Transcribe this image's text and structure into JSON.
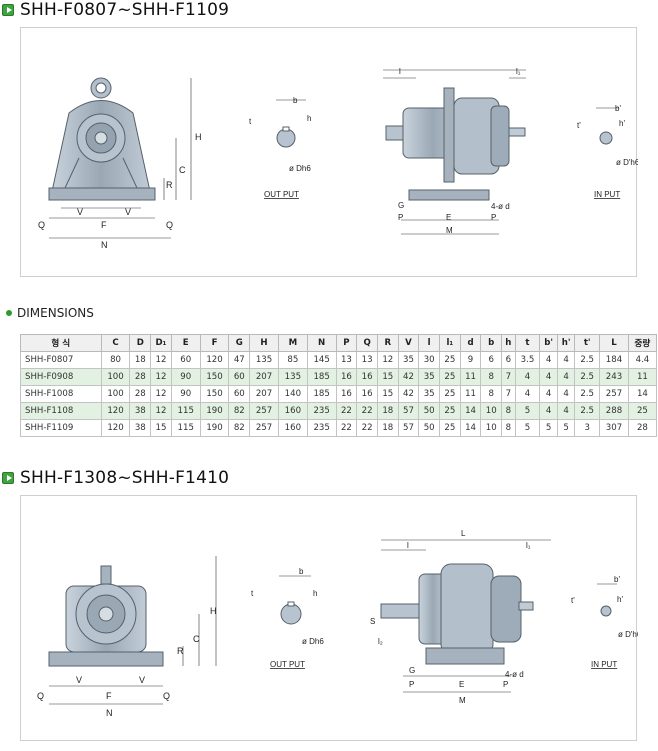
{
  "section1": {
    "title": "SHH-F0807~SHH-F1109"
  },
  "section2": {
    "title": "SHH-F1308~SHH-F1410"
  },
  "dimensions": {
    "title": "DIMENSIONS"
  },
  "drawing_labels": {
    "front": {
      "H": "H",
      "C": "C",
      "R": "R",
      "Q": "Q",
      "F": "F",
      "V": "V",
      "N": "N"
    },
    "shaft_out": {
      "b": "b",
      "t": "t",
      "h": "h",
      "dh": "ø Dh6",
      "caption": "OUT PUT"
    },
    "side": {
      "l": "l",
      "l1": "l₁",
      "L": "L",
      "G": "G",
      "P": "P",
      "E": "E",
      "M": "M",
      "bolt": "4-ø d",
      "S": "S",
      "l2": "l₂"
    },
    "shaft_in": {
      "b": "b'",
      "t": "t'",
      "h": "h'",
      "dh": "ø D'h6",
      "caption": "IN PUT"
    }
  },
  "table": {
    "headers": [
      "형 식",
      "C",
      "D",
      "D₁",
      "E",
      "F",
      "G",
      "H",
      "M",
      "N",
      "P",
      "Q",
      "R",
      "V",
      "l",
      "l₁",
      "d",
      "b",
      "h",
      "t",
      "b'",
      "h'",
      "t'",
      "L",
      "중량"
    ],
    "rows": [
      [
        "SHH-F0807",
        "80",
        "18",
        "12",
        "60",
        "120",
        "47",
        "135",
        "85",
        "145",
        "13",
        "13",
        "12",
        "35",
        "30",
        "25",
        "9",
        "6",
        "6",
        "3.5",
        "4",
        "4",
        "2.5",
        "184",
        "4.4"
      ],
      [
        "SHH-F0908",
        "100",
        "28",
        "12",
        "90",
        "150",
        "60",
        "207",
        "135",
        "185",
        "16",
        "16",
        "15",
        "42",
        "35",
        "25",
        "11",
        "8",
        "7",
        "4",
        "4",
        "4",
        "2.5",
        "243",
        "11"
      ],
      [
        "SHH-F1008",
        "100",
        "28",
        "12",
        "90",
        "150",
        "60",
        "207",
        "140",
        "185",
        "16",
        "16",
        "15",
        "42",
        "35",
        "25",
        "11",
        "8",
        "7",
        "4",
        "4",
        "4",
        "2.5",
        "257",
        "14"
      ],
      [
        "SHH-F1108",
        "120",
        "38",
        "12",
        "115",
        "190",
        "82",
        "257",
        "160",
        "235",
        "22",
        "22",
        "18",
        "57",
        "50",
        "25",
        "14",
        "10",
        "8",
        "5",
        "4",
        "4",
        "2.5",
        "288",
        "25"
      ],
      [
        "SHH-F1109",
        "120",
        "38",
        "15",
        "115",
        "190",
        "82",
        "257",
        "160",
        "235",
        "22",
        "22",
        "18",
        "57",
        "50",
        "25",
        "14",
        "10",
        "8",
        "5",
        "5",
        "5",
        "3",
        "307",
        "28"
      ]
    ],
    "alt_rows": [
      1,
      3
    ]
  },
  "colors": {
    "accent_green": "#3fa33f",
    "row_alt": "#e3f1e3",
    "metal": "#a9b6c2"
  }
}
